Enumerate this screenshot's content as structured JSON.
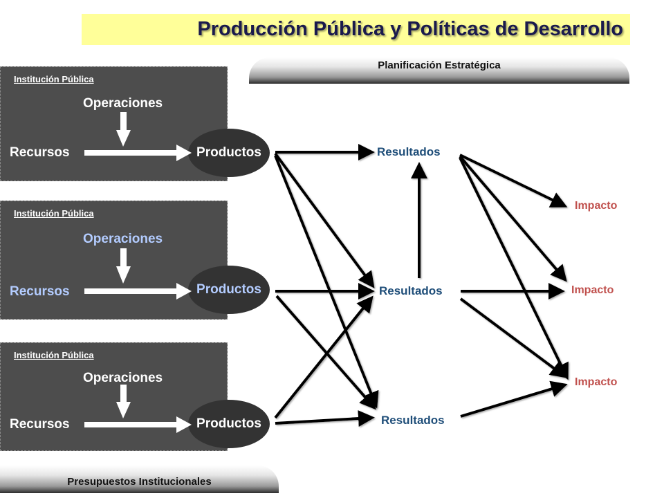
{
  "title": "Producción Pública y Políticas de Desarrollo",
  "top_tab": "Planificación Estratégica",
  "bottom_tab": "Presupuestos Institucionales",
  "institutions": [
    {
      "label": "Institución Pública",
      "operations": "Operaciones",
      "resources": "Recursos",
      "products": "Productos"
    },
    {
      "label": "Institución Pública",
      "operations": "Operaciones",
      "resources": "Recursos",
      "products": "Productos"
    },
    {
      "label": "Institución Pública",
      "operations": "Operaciones",
      "resources": "Recursos",
      "products": "Productos"
    }
  ],
  "results": [
    "Resultados",
    "Resultados",
    "Resultados"
  ],
  "impacts": [
    "Impacto",
    "Impacto",
    "Impacto"
  ],
  "colors": {
    "title_band": "#ffff99",
    "title_text": "#1a1a4d",
    "box_fill": "#4d4d4d",
    "results_text": "#1f4e79",
    "impact_text": "#c0504d",
    "highlight_text": "#b3ccff"
  }
}
